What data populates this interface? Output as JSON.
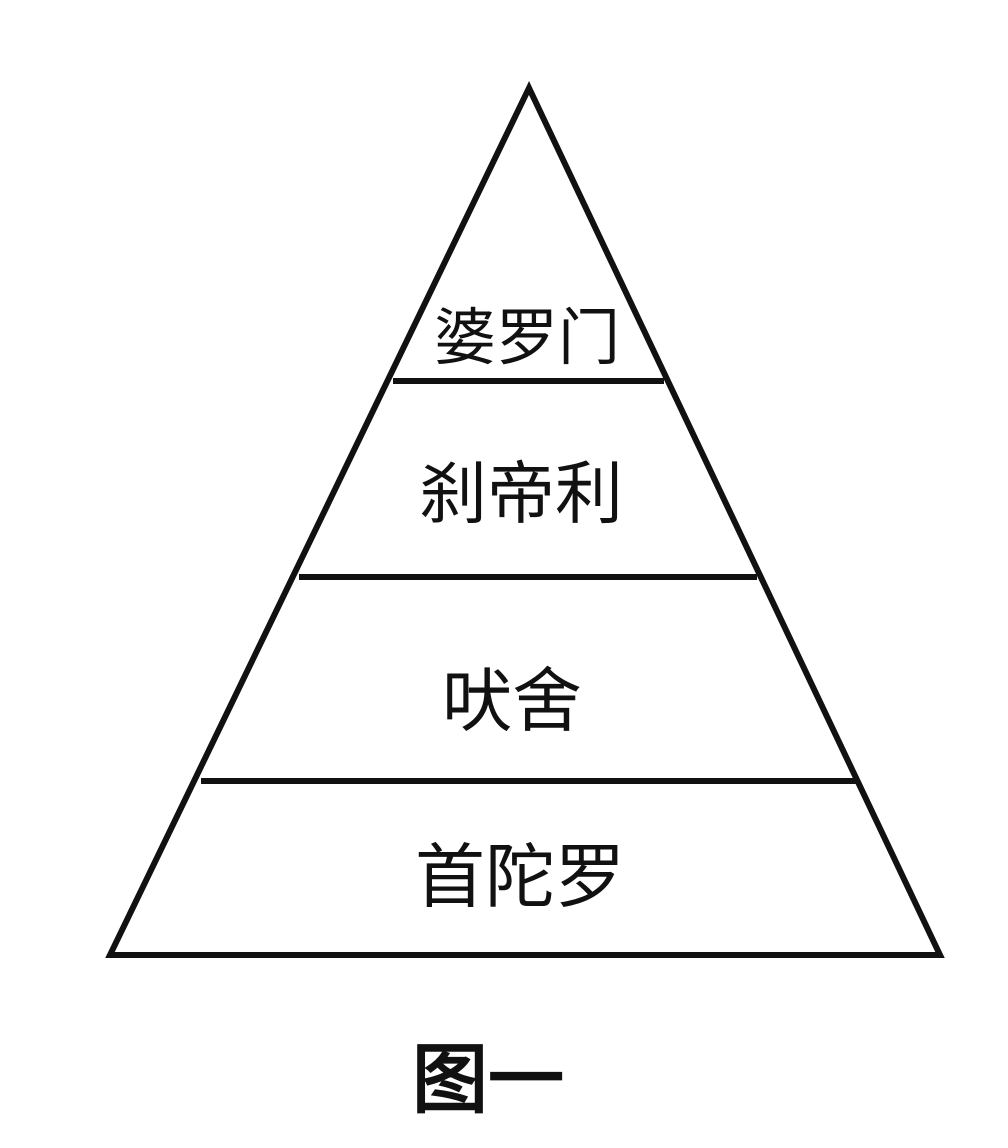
{
  "diagram": {
    "tiers": [
      {
        "label": "婆罗门"
      },
      {
        "label": "刹帝利"
      },
      {
        "label": "吠舍"
      },
      {
        "label": "首陀罗"
      }
    ],
    "caption": "图一"
  },
  "colors": {
    "stroke": "#111111",
    "background": "#ffffff"
  }
}
